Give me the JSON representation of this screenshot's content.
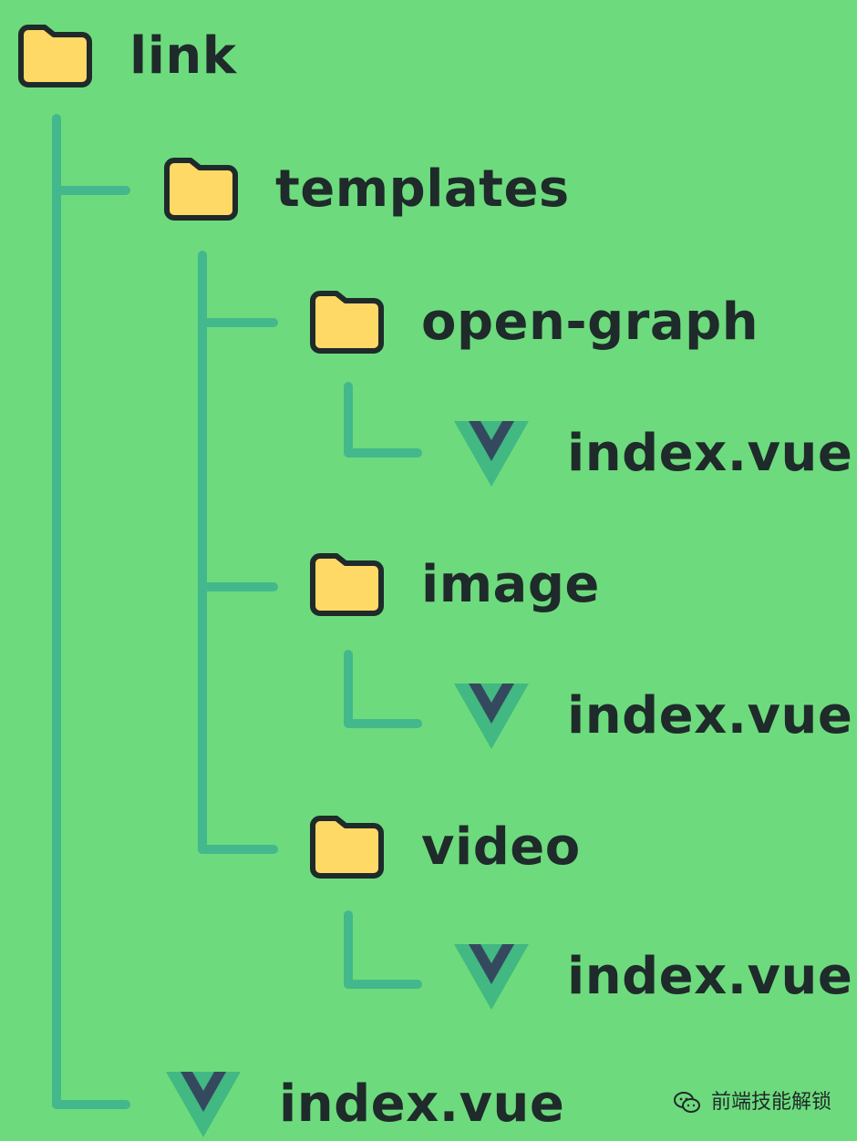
{
  "tree": {
    "root": {
      "label": "link",
      "icon": "folder-icon"
    },
    "templates": {
      "label": "templates",
      "icon": "folder-icon"
    },
    "open_graph": {
      "label": "open-graph",
      "icon": "folder-icon"
    },
    "open_graph_file": {
      "label": "index.vue",
      "icon": "vue-icon"
    },
    "image": {
      "label": "image",
      "icon": "folder-icon"
    },
    "image_file": {
      "label": "index.vue",
      "icon": "vue-icon"
    },
    "video": {
      "label": "video",
      "icon": "folder-icon"
    },
    "video_file": {
      "label": "index.vue",
      "icon": "vue-icon"
    },
    "root_file": {
      "label": "index.vue",
      "icon": "vue-icon"
    }
  },
  "watermark": {
    "text": "前端技能解锁",
    "icon": "wechat-icon"
  },
  "colors": {
    "background": "#6ddb7d",
    "connector": "#43b88c",
    "folder_fill": "#ffd966",
    "folder_stroke": "#1f2a2a",
    "vue_outer": "#42b883",
    "vue_inner": "#35495e",
    "text": "#1f2a2a"
  }
}
